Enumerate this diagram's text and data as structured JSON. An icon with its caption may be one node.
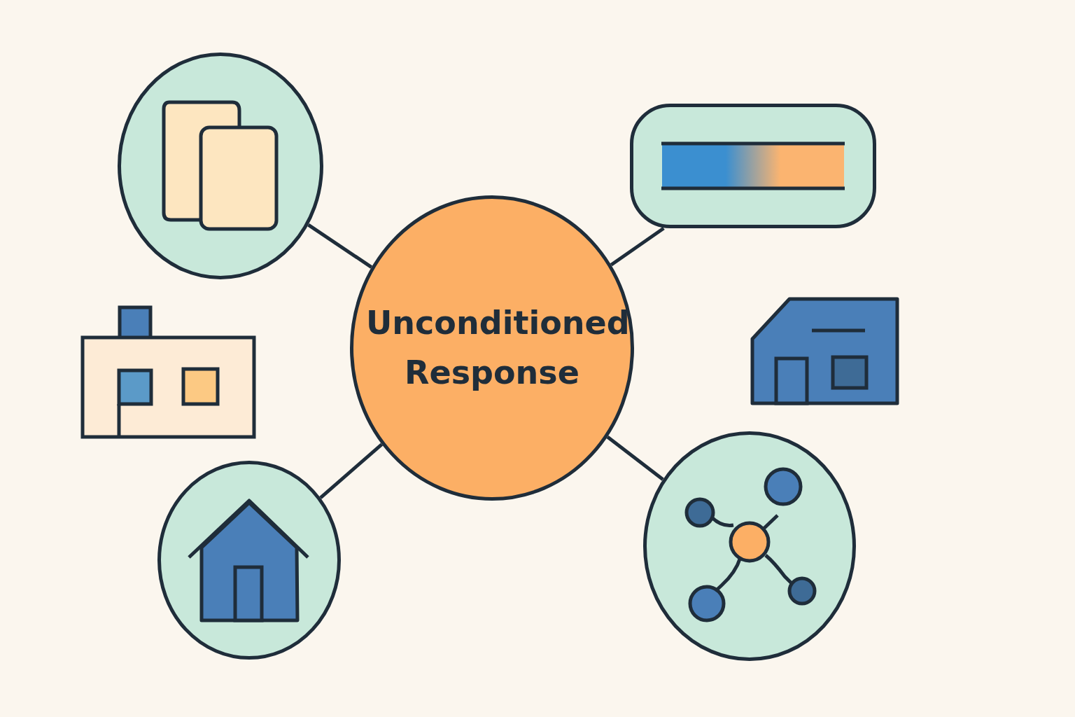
{
  "diagram": {
    "nodes": [
      {
        "text": [
          "Unconditioned Response"
        ]
      },
      {
        "text": [],
        "shape": "circle"
      },
      {
        "text": [],
        "shape": "box"
      },
      {
        "text": [],
        "shape": "circle"
      },
      {
        "text": [],
        "shape": "circle"
      }
    ],
    "edges": [
      {
        "from": 0,
        "to": 1,
        "arrow": "none"
      },
      {
        "from": 0,
        "to": 2,
        "arrow": "none"
      },
      {
        "from": 0,
        "to": 3,
        "arrow": "none"
      },
      {
        "from": 0,
        "to": 4,
        "arrow": "none"
      }
    ]
  }
}
